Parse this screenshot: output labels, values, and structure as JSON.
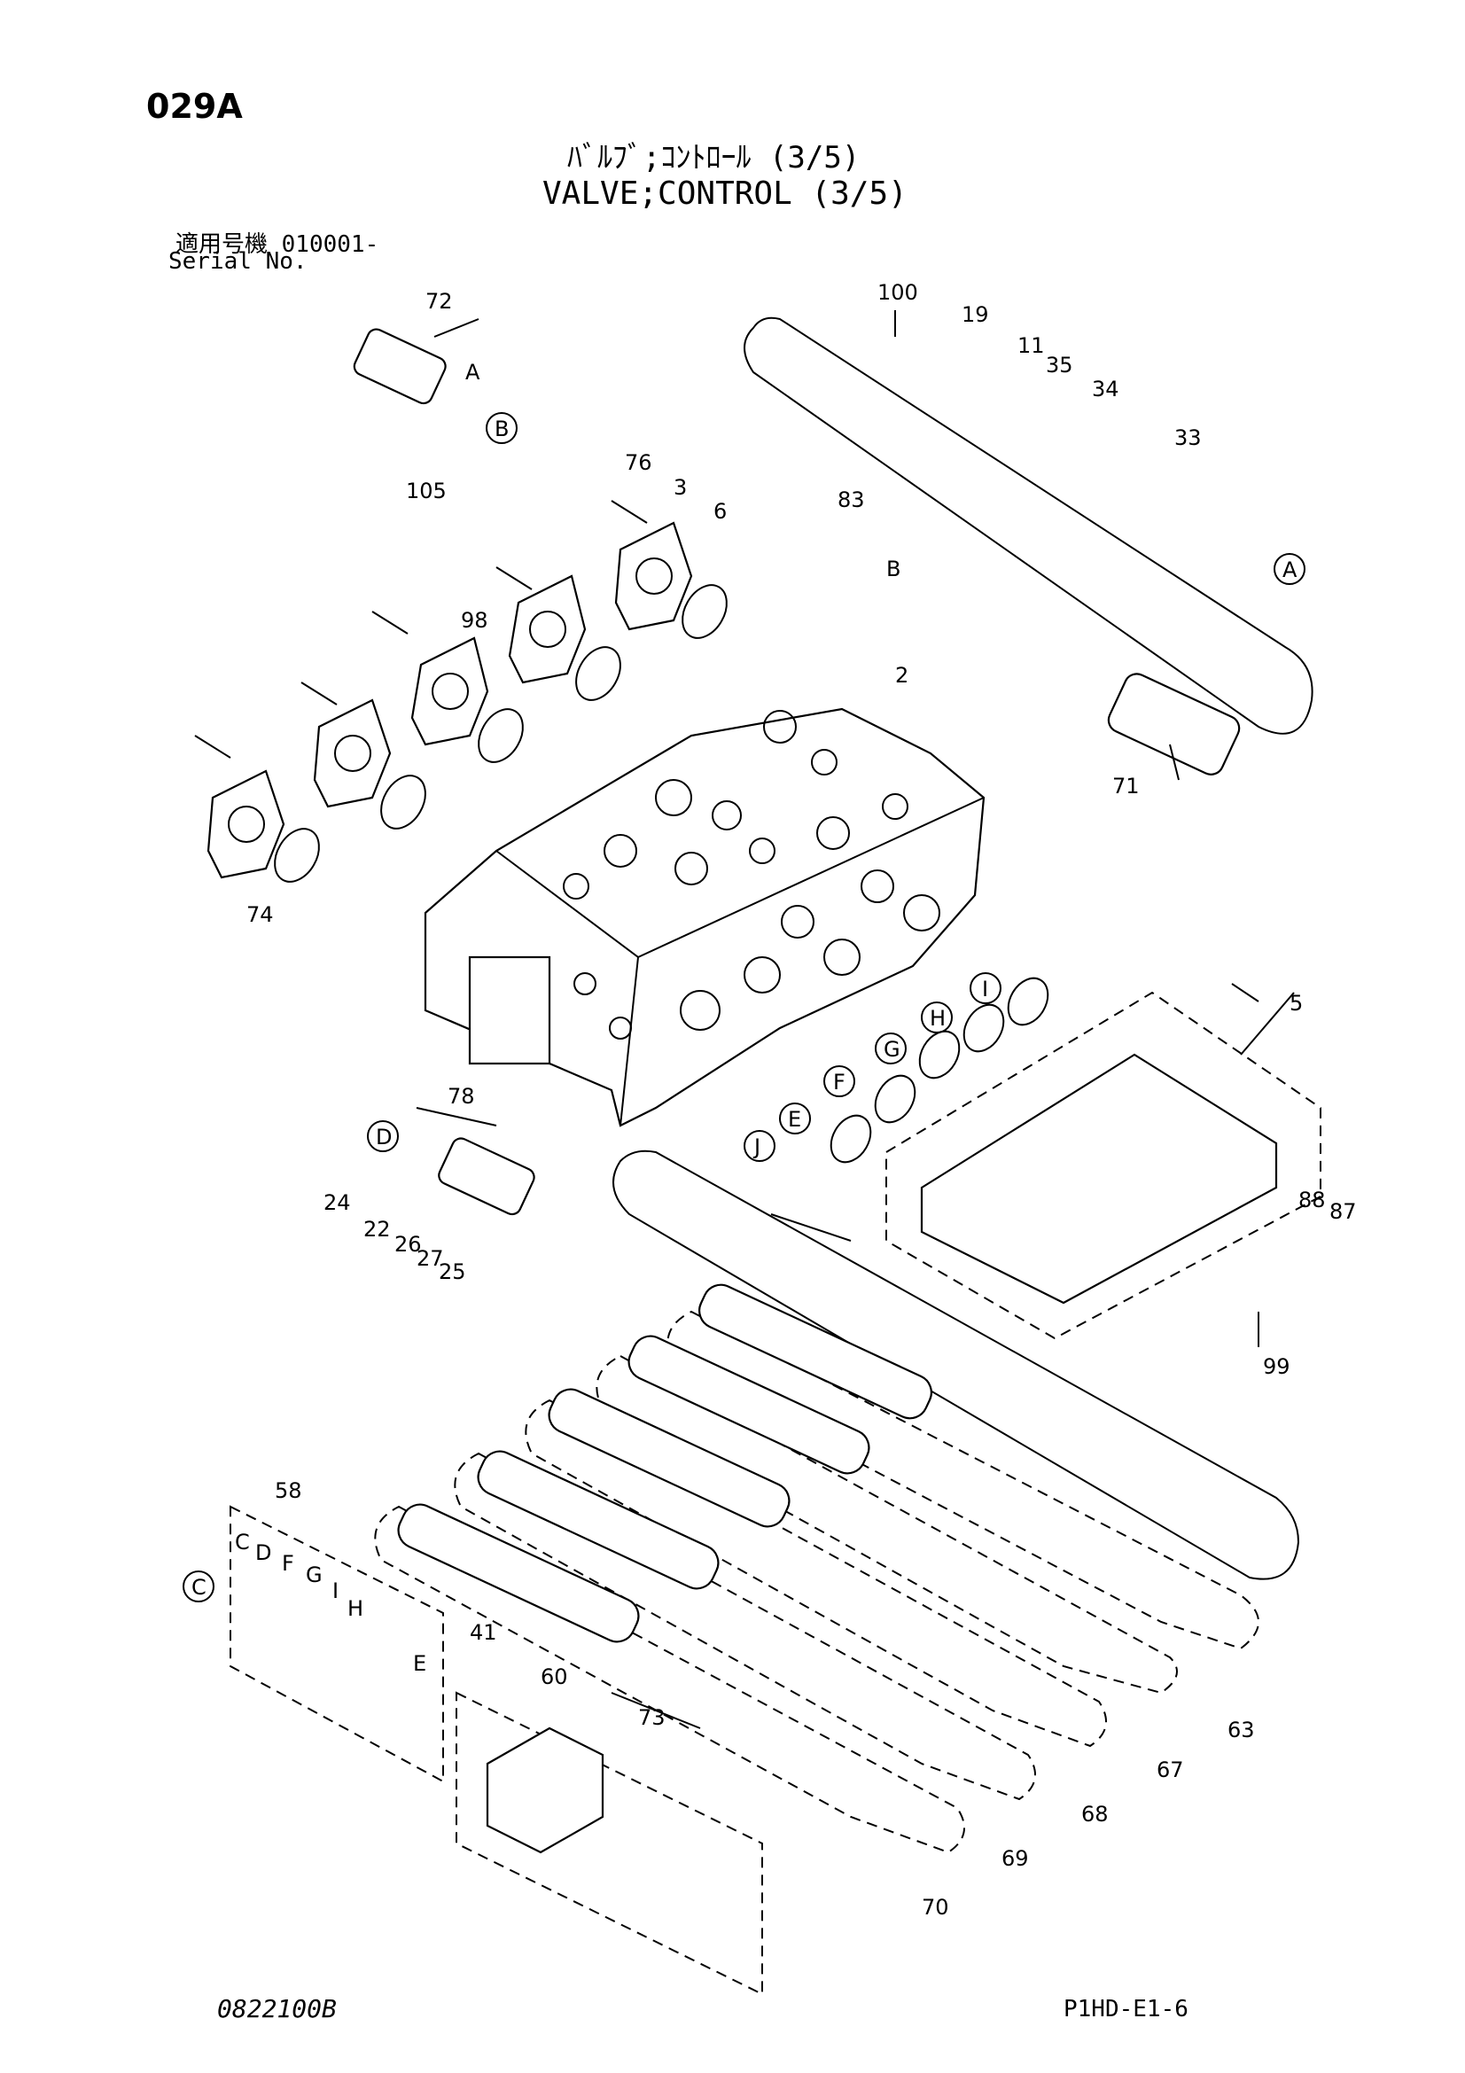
{
  "header": {
    "page_code": "029A",
    "title_jp": "ﾊﾞﾙﾌﾞ;ｺﾝﾄﾛｰﾙ (3/5)",
    "title_en": "VALVE;CONTROL (3/5)",
    "serial_label_jp": "適用号機 010001-",
    "serial_label_en": "Serial No."
  },
  "footer": {
    "drawing_code": "0822100B",
    "page_ref": "P1HD-E1-6"
  },
  "part_numbers": [
    "72",
    "100",
    "19",
    "11",
    "35",
    "34",
    "33",
    "105",
    "76",
    "3",
    "6",
    "83",
    "98",
    "2",
    "71",
    "74",
    "78",
    "5",
    "87",
    "88",
    "99",
    "24",
    "22",
    "26",
    "27",
    "25",
    "58",
    "41",
    "60",
    "73",
    "63",
    "67",
    "68",
    "69",
    "70"
  ],
  "circle_refs": [
    "A",
    "B",
    "C",
    "D",
    "E",
    "F",
    "G",
    "H",
    "I",
    "J"
  ],
  "letter_refs": [
    "A",
    "B",
    "C",
    "D",
    "E",
    "F",
    "G",
    "H",
    "I"
  ]
}
